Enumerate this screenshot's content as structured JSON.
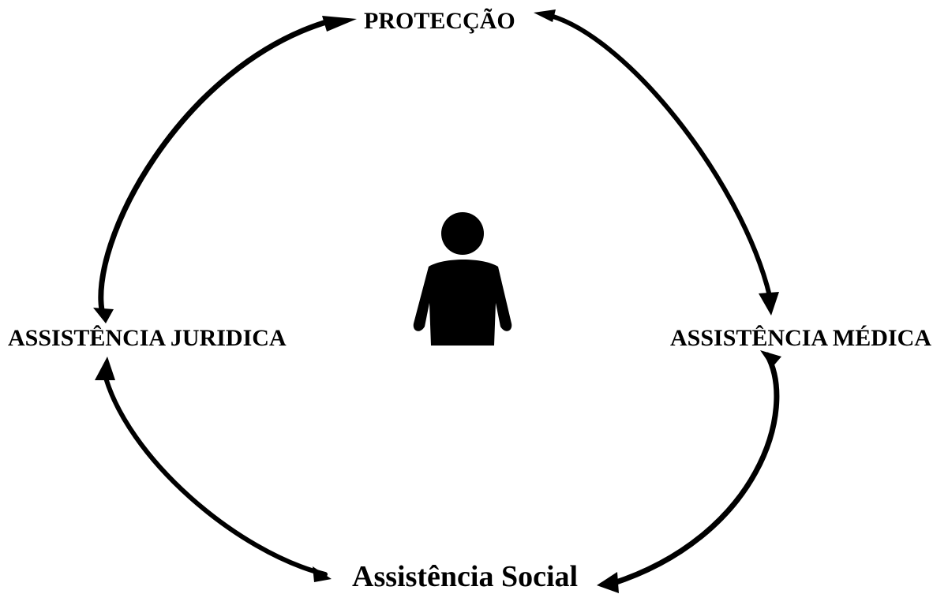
{
  "nodes": {
    "top": "PROTECÇÃO",
    "right": "ASSISTÊNCIA MÉDICA",
    "bottom": "Assistência Social",
    "left": "ASSISTÊNCIA JURIDICA"
  },
  "center_icon": "person-icon",
  "arrow_color": "#000000",
  "icon_color": "#000000"
}
